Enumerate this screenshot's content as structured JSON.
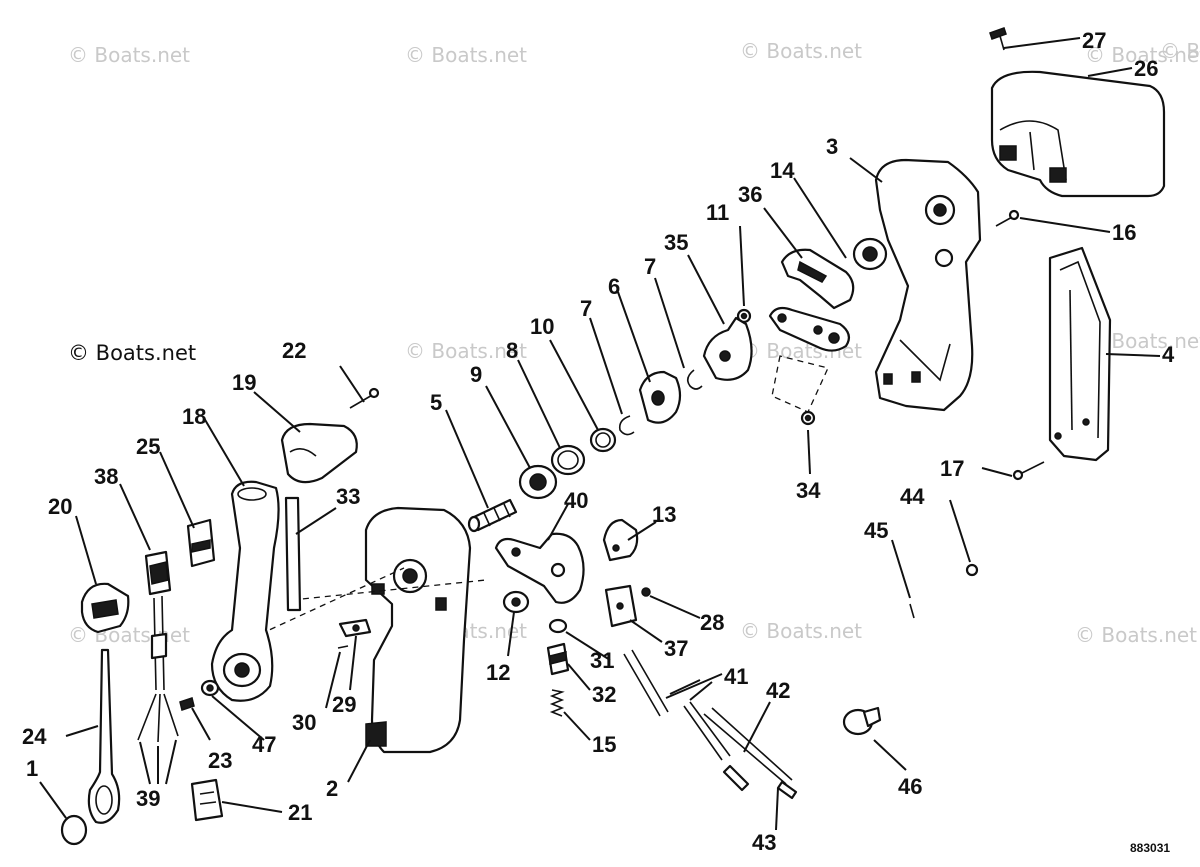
{
  "watermarks": {
    "w1": "© Boats.net",
    "w2": "© Boats.net",
    "w3": "© Boats.net",
    "w4": "© Boats.net",
    "w5": "© Boats.net",
    "w6": "© Boats.net",
    "w7": "© Boats.net",
    "w8": "© Boats.net",
    "w9": "© Boats.net",
    "w10": "© Boats.net",
    "w11": "© Boats.net",
    "w12": "© Boats.net",
    "w13": "© Boats.net"
  },
  "drawing_number": "883031",
  "callouts": {
    "c1": "1",
    "c2": "2",
    "c3": "3",
    "c4": "4",
    "c5": "5",
    "c6": "6",
    "c7a": "7",
    "c7b": "7",
    "c8": "8",
    "c9": "9",
    "c10": "10",
    "c11": "11",
    "c12": "12",
    "c13": "13",
    "c14": "14",
    "c15": "15",
    "c16": "16",
    "c17": "17",
    "c18": "18",
    "c19": "19",
    "c20": "20",
    "c21": "21",
    "c22": "22",
    "c23": "23",
    "c24": "24",
    "c25": "25",
    "c26": "26",
    "c27": "27",
    "c28": "28",
    "c29": "29",
    "c30": "30",
    "c31": "31",
    "c32": "32",
    "c33": "33",
    "c34": "34",
    "c35": "35",
    "c36": "36",
    "c37": "37",
    "c38": "38",
    "c39": "39",
    "c40": "40",
    "c41": "41",
    "c42": "42",
    "c43": "43",
    "c44": "44",
    "c45": "45",
    "c46": "46",
    "c47": "47"
  }
}
